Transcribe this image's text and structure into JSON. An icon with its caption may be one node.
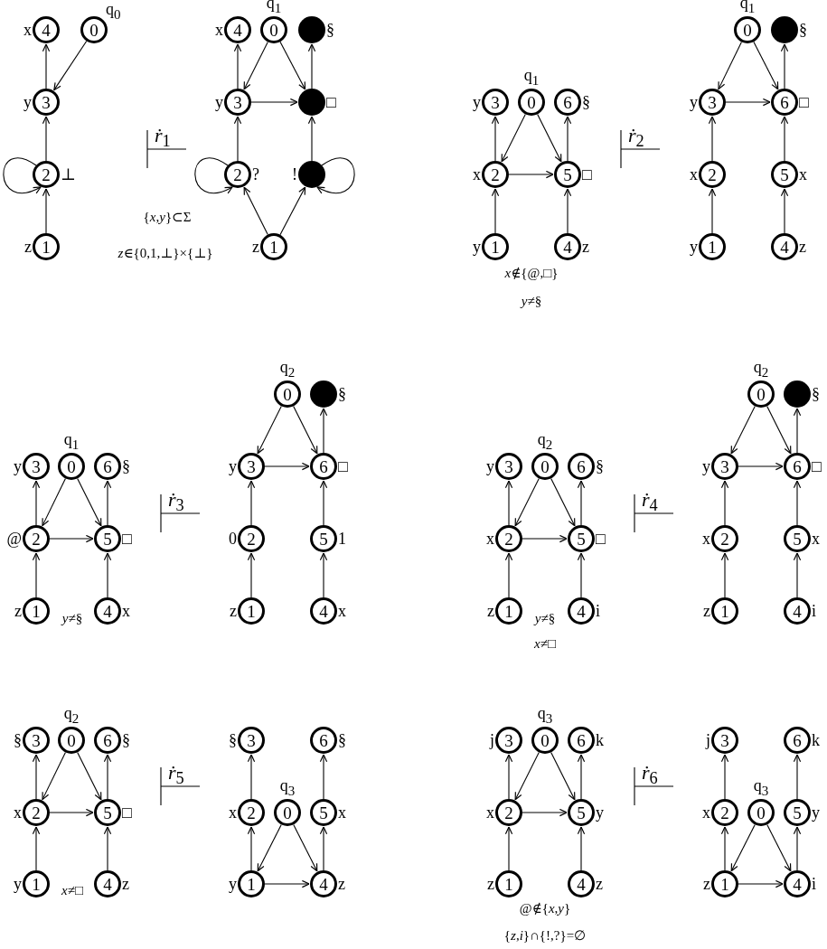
{
  "diagram": {
    "nodes": [
      {
        "text": [
          "4"
        ],
        "beside": [
          "x"
        ]
      },
      {
        "text": [
          "0"
        ],
        "beside": [
          "q$_{0}$"
        ]
      },
      {
        "text": [
          "3"
        ],
        "beside": [
          "y"
        ]
      },
      {
        "text": [
          "2"
        ],
        "beside": [
          "⊥"
        ]
      },
      {
        "text": [
          "1"
        ],
        "beside": [
          "z"
        ]
      },
      {
        "text": [
          "4"
        ],
        "beside": [
          "x"
        ]
      },
      {
        "text": [
          "0"
        ],
        "beside": [
          "q$_{1}$"
        ]
      },
      {
        "text": [],
        "shape": "circle",
        "beside": [
          "§"
        ]
      },
      {
        "text": [
          "3"
        ],
        "beside": [
          "y"
        ]
      },
      {
        "text": [],
        "shape": "circle",
        "beside": [
          "□"
        ]
      },
      {
        "text": [
          "2"
        ],
        "beside": [
          "?"
        ]
      },
      {
        "text": [],
        "shape": "circle",
        "beside": [
          "!"
        ]
      },
      {
        "text": [
          "1"
        ],
        "beside": [
          "z"
        ]
      },
      {
        "text": [
          "3"
        ],
        "beside": [
          "y"
        ]
      },
      {
        "text": [
          "0"
        ],
        "beside": [
          "q$_{1}$"
        ]
      },
      {
        "text": [
          "6"
        ],
        "beside": [
          "§"
        ]
      },
      {
        "text": [
          "2"
        ],
        "beside": [
          "x"
        ]
      },
      {
        "text": [
          "5"
        ],
        "beside": [
          "□"
        ]
      },
      {
        "text": [
          "1"
        ],
        "beside": [
          "y"
        ]
      },
      {
        "text": [
          "4"
        ],
        "beside": [
          "z"
        ]
      },
      {
        "text": [
          "0"
        ],
        "beside": [
          "q$_{1}$"
        ]
      },
      {
        "text": [],
        "shape": "circle",
        "beside": [
          "§"
        ]
      },
      {
        "text": [
          "3"
        ],
        "beside": [
          "y"
        ]
      },
      {
        "text": [
          "6"
        ],
        "beside": [
          "□"
        ]
      },
      {
        "text": [
          "2"
        ],
        "beside": [
          "x"
        ]
      },
      {
        "text": [
          "5"
        ],
        "beside": [
          "x"
        ]
      },
      {
        "text": [
          "1"
        ],
        "beside": [
          "y"
        ]
      },
      {
        "text": [
          "4"
        ],
        "beside": [
          "z"
        ]
      },
      {
        "text": [
          "3"
        ],
        "beside": [
          "y"
        ]
      },
      {
        "text": [
          "0"
        ],
        "beside": [
          "q$_{1}$"
        ]
      },
      {
        "text": [
          "6"
        ],
        "beside": [
          "§"
        ]
      },
      {
        "text": [
          "2"
        ],
        "beside": [
          "@"
        ]
      },
      {
        "text": [
          "5"
        ],
        "beside": [
          "□"
        ]
      },
      {
        "text": [
          "1"
        ],
        "beside": [
          "z"
        ]
      },
      {
        "text": [
          "4"
        ],
        "beside": [
          "x"
        ]
      },
      {
        "text": [
          "0"
        ],
        "beside": [
          "q$_{2}$"
        ]
      },
      {
        "text": [],
        "shape": "circle",
        "beside": [
          "§"
        ]
      },
      {
        "text": [
          "3"
        ],
        "beside": [
          "y"
        ]
      },
      {
        "text": [
          "6"
        ],
        "beside": [
          "□"
        ]
      },
      {
        "text": [
          "2"
        ],
        "beside": [
          "0"
        ]
      },
      {
        "text": [
          "5"
        ],
        "beside": [
          "1"
        ]
      },
      {
        "text": [
          "1"
        ],
        "beside": [
          "z"
        ]
      },
      {
        "text": [
          "4"
        ],
        "beside": [
          "x"
        ]
      },
      {
        "text": [
          "3"
        ],
        "beside": [
          "y"
        ]
      },
      {
        "text": [
          "0"
        ],
        "beside": [
          "q$_{2}$"
        ]
      },
      {
        "text": [
          "6"
        ],
        "beside": [
          "§"
        ]
      },
      {
        "text": [
          "2"
        ],
        "beside": [
          "x"
        ]
      },
      {
        "text": [
          "5"
        ],
        "beside": [
          "□"
        ]
      },
      {
        "text": [
          "1"
        ],
        "beside": [
          "z"
        ]
      },
      {
        "text": [
          "4"
        ],
        "beside": [
          "i"
        ]
      },
      {
        "text": [
          "0"
        ],
        "beside": [
          "q$_{2}$"
        ]
      },
      {
        "text": [],
        "shape": "circle",
        "beside": [
          "§"
        ]
      },
      {
        "text": [
          "3"
        ],
        "beside": [
          "y"
        ]
      },
      {
        "text": [
          "6"
        ],
        "beside": [
          "□"
        ]
      },
      {
        "text": [
          "2"
        ],
        "beside": [
          "x"
        ]
      },
      {
        "text": [
          "5"
        ],
        "beside": [
          "x"
        ]
      },
      {
        "text": [
          "1"
        ],
        "beside": [
          "z"
        ]
      },
      {
        "text": [
          "4"
        ],
        "beside": [
          "i"
        ]
      },
      {
        "text": [
          "3"
        ],
        "beside": [
          "§"
        ]
      },
      {
        "text": [
          "0"
        ],
        "beside": [
          "q$_{2}$"
        ]
      },
      {
        "text": [
          "6"
        ],
        "beside": [
          "§"
        ]
      },
      {
        "text": [
          "2"
        ],
        "beside": [
          "x"
        ]
      },
      {
        "text": [
          "5"
        ],
        "beside": [
          "□"
        ]
      },
      {
        "text": [
          "1"
        ],
        "beside": [
          "y"
        ]
      },
      {
        "text": [
          "4"
        ],
        "beside": [
          "z"
        ]
      },
      {
        "text": [
          "3"
        ],
        "beside": [
          "§"
        ]
      },
      {
        "text": [
          "6"
        ],
        "beside": [
          "§"
        ]
      },
      {
        "text": [
          "2"
        ],
        "beside": [
          "x"
        ]
      },
      {
        "text": [
          "0"
        ],
        "beside": [
          "q$_{3}$"
        ]
      },
      {
        "text": [
          "5"
        ],
        "beside": [
          "x"
        ]
      },
      {
        "text": [
          "1"
        ],
        "beside": [
          "y"
        ]
      },
      {
        "text": [
          "4"
        ],
        "beside": [
          "z"
        ]
      },
      {
        "text": [
          "3"
        ],
        "beside": [
          "j"
        ]
      },
      {
        "text": [
          "0"
        ],
        "beside": [
          "q$_{3}$"
        ]
      },
      {
        "text": [
          "6"
        ],
        "beside": [
          "k"
        ]
      },
      {
        "text": [
          "2"
        ],
        "beside": [
          "x"
        ]
      },
      {
        "text": [
          "5"
        ],
        "beside": [
          "y"
        ]
      },
      {
        "text": [
          "1"
        ],
        "beside": [
          "z"
        ]
      },
      {
        "text": [
          "4"
        ],
        "beside": [
          "z"
        ]
      },
      {
        "text": [
          "3"
        ],
        "beside": [
          "j"
        ]
      },
      {
        "text": [
          "6"
        ],
        "beside": [
          "k"
        ]
      },
      {
        "text": [
          "2"
        ],
        "beside": [
          "x"
        ]
      },
      {
        "text": [
          "0"
        ],
        "beside": [
          "q$_{3}$"
        ]
      },
      {
        "text": [
          "5"
        ],
        "beside": [
          "y"
        ]
      },
      {
        "text": [
          "1"
        ],
        "beside": [
          "z"
        ]
      },
      {
        "text": [
          "4"
        ],
        "beside": [
          "i"
        ]
      }
    ],
    "edges": [
      {
        "from": 2,
        "to": 0,
        "arrow": "to"
      },
      {
        "from": 1,
        "to": 2,
        "arrow": "to"
      },
      {
        "from": 3,
        "to": 2,
        "arrow": "to"
      },
      {
        "from": 4,
        "to": 3,
        "arrow": "to"
      },
      {
        "from": 3,
        "to": 3,
        "arrow": "to"
      },
      {
        "from": 8,
        "to": 5,
        "arrow": "to"
      },
      {
        "from": 6,
        "to": 8,
        "arrow": "to"
      },
      {
        "from": 6,
        "to": 9,
        "arrow": "to"
      },
      {
        "from": 9,
        "to": 7,
        "arrow": "to"
      },
      {
        "from": 8,
        "to": 9,
        "arrow": "to"
      },
      {
        "from": 10,
        "to": 8,
        "arrow": "to"
      },
      {
        "from": 11,
        "to": 9,
        "arrow": "to"
      },
      {
        "from": 12,
        "to": 10,
        "arrow": "to"
      },
      {
        "from": 12,
        "to": 11,
        "arrow": "to"
      },
      {
        "from": 10,
        "to": 10,
        "arrow": "to"
      },
      {
        "from": 11,
        "to": 11,
        "arrow": "to"
      },
      {
        "from": 16,
        "to": 13,
        "arrow": "to"
      },
      {
        "from": 14,
        "to": 16,
        "arrow": "to"
      },
      {
        "from": 14,
        "to": 17,
        "arrow": "to"
      },
      {
        "from": 17,
        "to": 15,
        "arrow": "to"
      },
      {
        "from": 16,
        "to": 17,
        "arrow": "to"
      },
      {
        "from": 18,
        "to": 16,
        "arrow": "to"
      },
      {
        "from": 19,
        "to": 17,
        "arrow": "to"
      },
      {
        "from": 20,
        "to": 22,
        "arrow": "to"
      },
      {
        "from": 20,
        "to": 23,
        "arrow": "to"
      },
      {
        "from": 23,
        "to": 21,
        "arrow": "to"
      },
      {
        "from": 22,
        "to": 23,
        "arrow": "to"
      },
      {
        "from": 24,
        "to": 22,
        "arrow": "to"
      },
      {
        "from": 25,
        "to": 23,
        "arrow": "to"
      },
      {
        "from": 26,
        "to": 24,
        "arrow": "to"
      },
      {
        "from": 27,
        "to": 25,
        "arrow": "to"
      },
      {
        "from": 31,
        "to": 28,
        "arrow": "to"
      },
      {
        "from": 29,
        "to": 31,
        "arrow": "to"
      },
      {
        "from": 29,
        "to": 32,
        "arrow": "to"
      },
      {
        "from": 32,
        "to": 30,
        "arrow": "to"
      },
      {
        "from": 31,
        "to": 32,
        "arrow": "to"
      },
      {
        "from": 33,
        "to": 31,
        "arrow": "to"
      },
      {
        "from": 34,
        "to": 32,
        "arrow": "to"
      },
      {
        "from": 35,
        "to": 37,
        "arrow": "to"
      },
      {
        "from": 35,
        "to": 38,
        "arrow": "to"
      },
      {
        "from": 38,
        "to": 36,
        "arrow": "to"
      },
      {
        "from": 37,
        "to": 38,
        "arrow": "to"
      },
      {
        "from": 39,
        "to": 37,
        "arrow": "to"
      },
      {
        "from": 40,
        "to": 38,
        "arrow": "to"
      },
      {
        "from": 41,
        "to": 39,
        "arrow": "to"
      },
      {
        "from": 42,
        "to": 40,
        "arrow": "to"
      },
      {
        "from": 46,
        "to": 43,
        "arrow": "to"
      },
      {
        "from": 44,
        "to": 46,
        "arrow": "to"
      },
      {
        "from": 44,
        "to": 47,
        "arrow": "to"
      },
      {
        "from": 47,
        "to": 45,
        "arrow": "to"
      },
      {
        "from": 46,
        "to": 47,
        "arrow": "to"
      },
      {
        "from": 48,
        "to": 46,
        "arrow": "to"
      },
      {
        "from": 49,
        "to": 47,
        "arrow": "to"
      },
      {
        "from": 50,
        "to": 52,
        "arrow": "to"
      },
      {
        "from": 50,
        "to": 53,
        "arrow": "to"
      },
      {
        "from": 53,
        "to": 51,
        "arrow": "to"
      },
      {
        "from": 52,
        "to": 53,
        "arrow": "to"
      },
      {
        "from": 54,
        "to": 52,
        "arrow": "to"
      },
      {
        "from": 55,
        "to": 53,
        "arrow": "to"
      },
      {
        "from": 56,
        "to": 54,
        "arrow": "to"
      },
      {
        "from": 57,
        "to": 55,
        "arrow": "to"
      },
      {
        "from": 61,
        "to": 58,
        "arrow": "to"
      },
      {
        "from": 59,
        "to": 61,
        "arrow": "to"
      },
      {
        "from": 59,
        "to": 62,
        "arrow": "to"
      },
      {
        "from": 62,
        "to": 60,
        "arrow": "to"
      },
      {
        "from": 61,
        "to": 62,
        "arrow": "to"
      },
      {
        "from": 63,
        "to": 61,
        "arrow": "to"
      },
      {
        "from": 64,
        "to": 62,
        "arrow": "to"
      },
      {
        "from": 67,
        "to": 65,
        "arrow": "to"
      },
      {
        "from": 69,
        "to": 66,
        "arrow": "to"
      },
      {
        "from": 70,
        "to": 67,
        "arrow": "to"
      },
      {
        "from": 71,
        "to": 69,
        "arrow": "to"
      },
      {
        "from": 68,
        "to": 70,
        "arrow": "to"
      },
      {
        "from": 68,
        "to": 71,
        "arrow": "to"
      },
      {
        "from": 70,
        "to": 71,
        "arrow": "to"
      },
      {
        "from": 75,
        "to": 72,
        "arrow": "to"
      },
      {
        "from": 73,
        "to": 75,
        "arrow": "to"
      },
      {
        "from": 73,
        "to": 76,
        "arrow": "to"
      },
      {
        "from": 76,
        "to": 74,
        "arrow": "to"
      },
      {
        "from": 75,
        "to": 76,
        "arrow": "to"
      },
      {
        "from": 77,
        "to": 75,
        "arrow": "to"
      },
      {
        "from": 78,
        "to": 76,
        "arrow": "to"
      },
      {
        "from": 81,
        "to": 79,
        "arrow": "to"
      },
      {
        "from": 83,
        "to": 80,
        "arrow": "to"
      },
      {
        "from": 84,
        "to": 81,
        "arrow": "to"
      },
      {
        "from": 85,
        "to": 83,
        "arrow": "to"
      },
      {
        "from": 82,
        "to": 84,
        "arrow": "to"
      },
      {
        "from": 82,
        "to": 85,
        "arrow": "to"
      },
      {
        "from": 84,
        "to": 85,
        "arrow": "to"
      }
    ],
    "labels": [
      "*ṙ*$_{1}$",
      "{*x*,*y*}⊂Σ",
      "*z*∈{0,1,⊥}×{⊥}",
      "*ṙ*$_{2}$",
      "*x*∉{@,□}",
      "*y*≠§",
      "*ṙ*$_{3}$",
      "*y*≠§",
      "*ṙ*$_{4}$",
      "*y*≠§",
      "*x*≠□",
      "*ṙ*$_{5}$",
      "*x*≠□",
      "*ṙ*$_{6}$",
      "@∉{*x*,*y*}",
      "{*z*,*i*}∩{!,?}=∅"
    ]
  }
}
